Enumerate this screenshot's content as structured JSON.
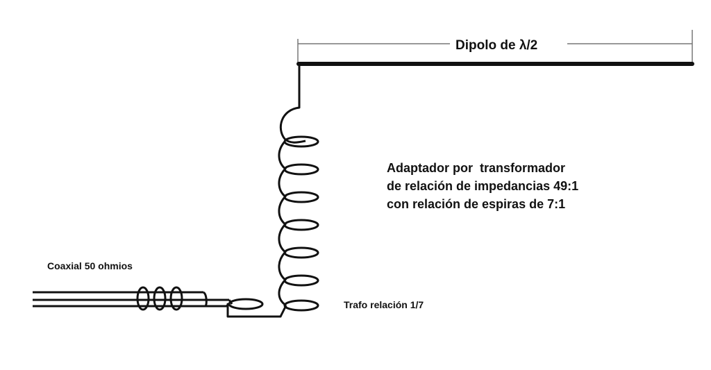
{
  "diagram": {
    "title": "Dipolo de λ/2",
    "dipole_label": "Dipolo de λ/2",
    "description": {
      "lines": [
        "Adaptador por  transformador",
        "de relación de impedancias 49:1",
        "con relación de espiras de 7:1"
      ]
    },
    "coax_label": "Coaxial 50 ohmios",
    "transformer_label": "Trafo relación 1/7",
    "colors": {
      "line": "#111111",
      "dimension_line": "#777777",
      "background": "#ffffff"
    },
    "components": {
      "dipole": "half-wave dipole antenna",
      "secondary_coil_turns": 7,
      "primary_coil_turns": 1,
      "coax_choke_turns": 3,
      "impedance_ratio": "49:1",
      "turns_ratio": "7:1",
      "coax_impedance": "50 ohmios"
    }
  }
}
